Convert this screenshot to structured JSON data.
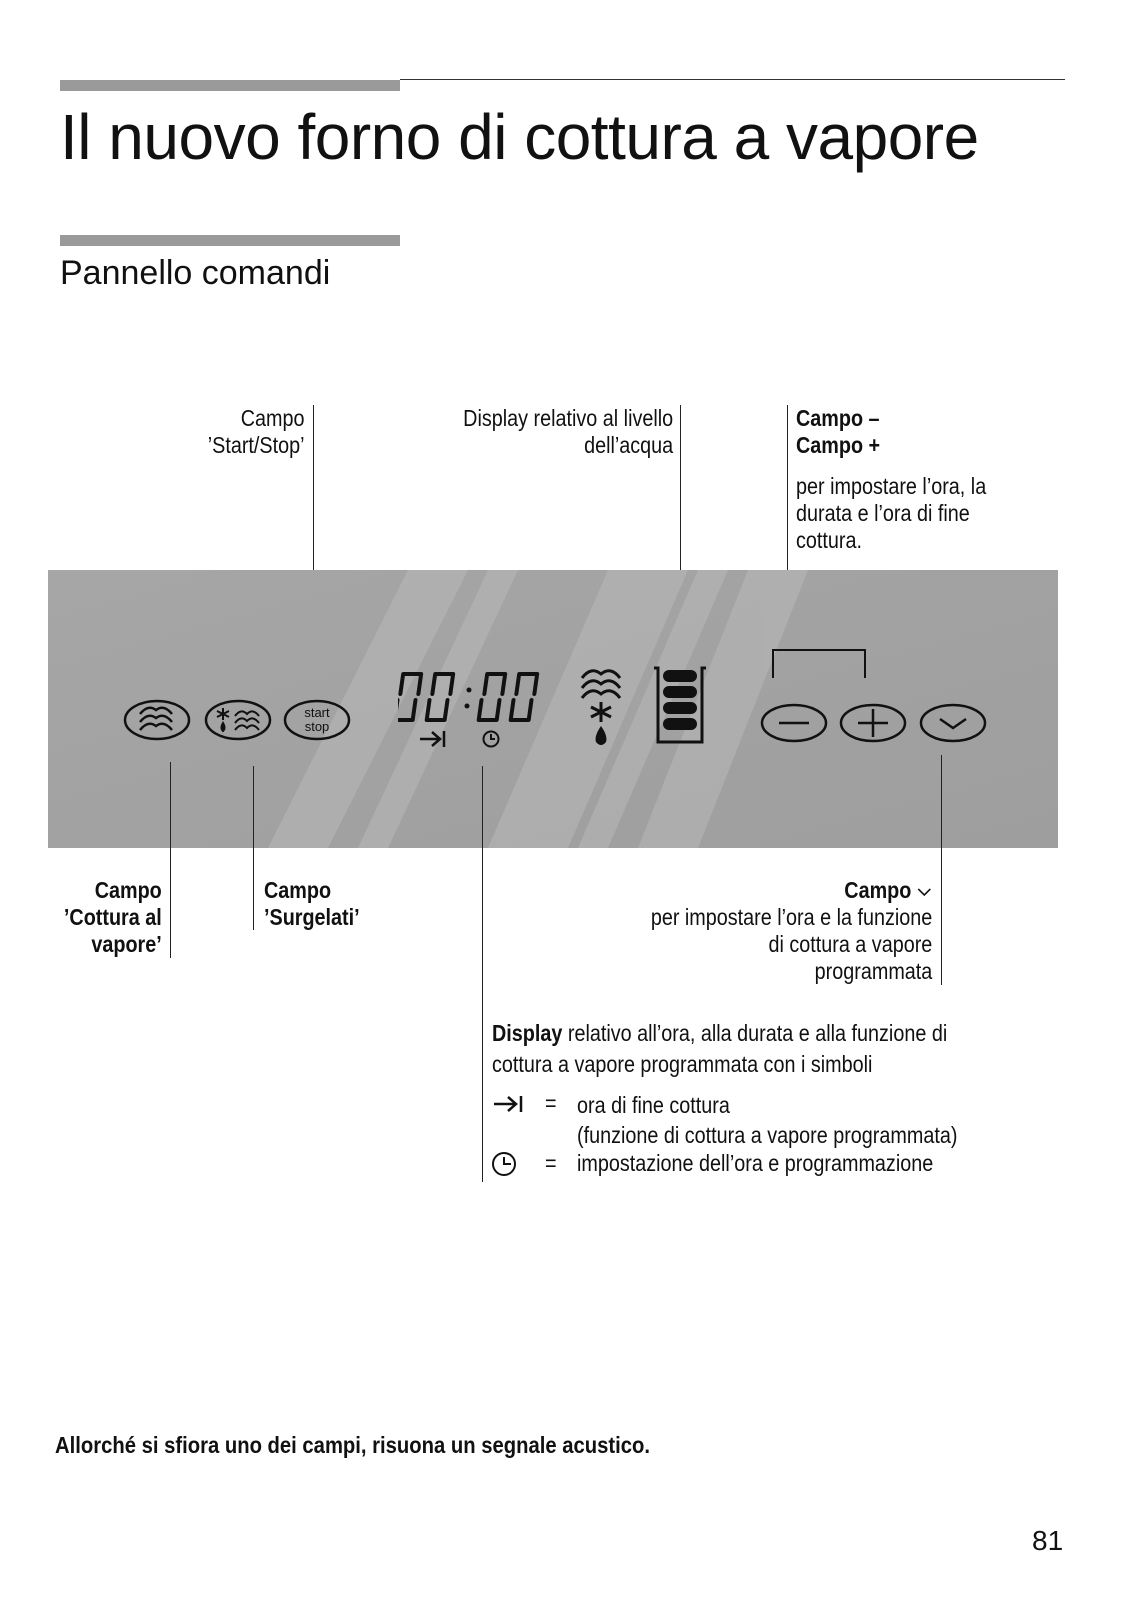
{
  "page": {
    "title": "Il nuovo forno di cottura a vapore",
    "section": "Pannello comandi",
    "footer_note": "Allorché si sfiora uno dei campi, risuona un segnale acustico.",
    "page_number": "81"
  },
  "labels": {
    "start_stop": [
      "Campo",
      "’Start/Stop’"
    ],
    "water_level": [
      "Display relativo al livello",
      "dell’acqua"
    ],
    "minus_plus": {
      "lines": [
        "Campo –",
        "Campo +"
      ],
      "desc": [
        "per impostare l’ora, la",
        "durata e l’ora di fine",
        "cottura."
      ]
    },
    "steam": [
      "Campo",
      "’Cottura al",
      "vapore’"
    ],
    "frozen": [
      "Campo",
      "’Surgelati’"
    ],
    "check": {
      "title": "Campo",
      "desc": [
        "per impostare l’ora e la funzione",
        "di cottura a vapore",
        "programmata"
      ]
    },
    "display": {
      "bold": "Display",
      "rest": " relativo all’ora, alla durata e alla funzione di",
      "line2": "cottura a vapore programmata con i simboli",
      "sym1_eq": "=",
      "sym1_text": "ora di fine cottura",
      "sym1_text2": "(funzione di cottura a vapore programmata)",
      "sym2_eq": "=",
      "sym2_text": "impostazione dell’ora e programmazione"
    }
  },
  "panel": {
    "start_label": "start",
    "stop_label": "stop",
    "time_display": "00:00",
    "icons": [
      "steam-icon",
      "frozen-icon",
      "start-stop-button",
      "end-time-icon",
      "clock-icon",
      "water-drop-icon",
      "water-level-icon",
      "minus-button",
      "plus-button",
      "check-button"
    ]
  }
}
